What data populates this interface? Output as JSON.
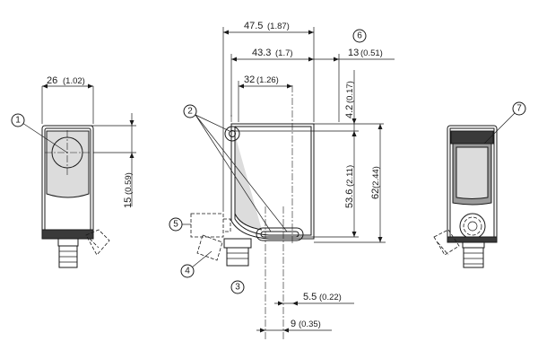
{
  "dimensions": {
    "width_overall": {
      "main": "47.5",
      "sub": "(1.87)"
    },
    "width_body": {
      "main": "43.3",
      "sub": "(1.7)"
    },
    "width_front": {
      "main": "32",
      "sub": "(1.26)"
    },
    "offset_top_right": {
      "main": "13",
      "sub": "(0.51)"
    },
    "side_width": {
      "main": "26",
      "sub": "(1.02)"
    },
    "lens_height": {
      "main": "15",
      "sub": "(0.59)"
    },
    "top_offset": {
      "main": "4.2",
      "sub": "(0.17)"
    },
    "hole_spacing": {
      "main": "53.6",
      "sub": "(2.11)"
    },
    "total_height": {
      "main": "62",
      "sub": "(2.44)"
    },
    "slot_offset": {
      "main": "5.5",
      "sub": "(0.22)"
    },
    "connector_offset": {
      "main": "9",
      "sub": "(0.35)"
    }
  },
  "callouts": [
    "1",
    "2",
    "3",
    "4",
    "5",
    "6",
    "7"
  ]
}
